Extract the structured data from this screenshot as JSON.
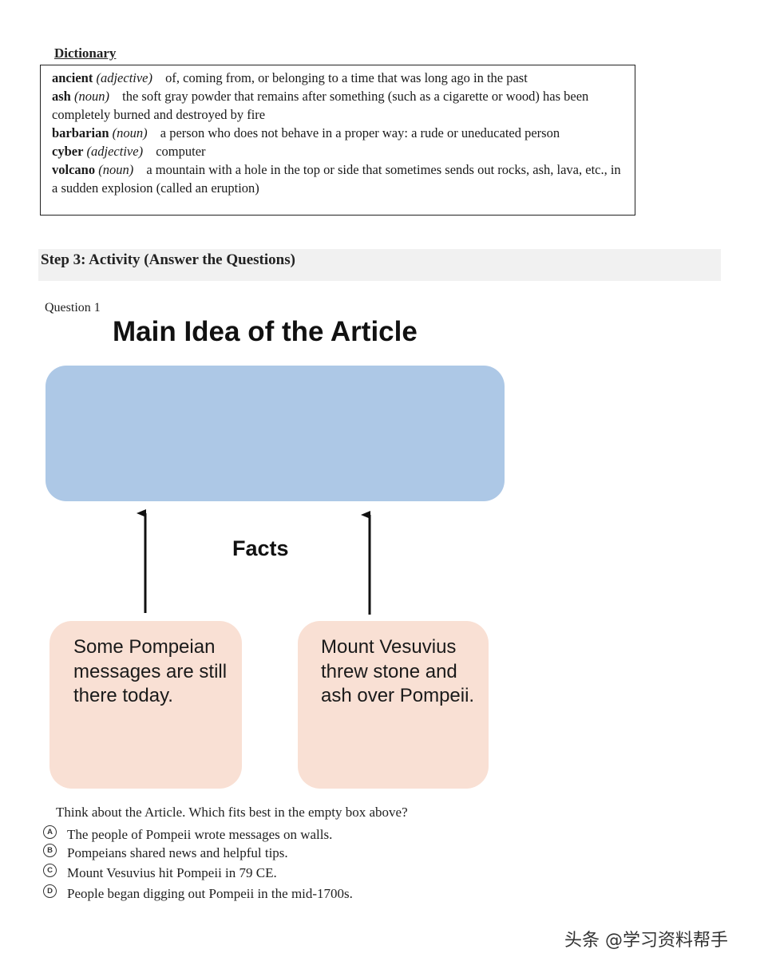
{
  "dictionary": {
    "heading": "Dictionary",
    "entries": [
      {
        "word": "ancient",
        "pos": "(adjective)",
        "definition": "of, coming from, or belonging to a time that was long ago in the past"
      },
      {
        "word": "ash",
        "pos": "(noun)",
        "definition": "the soft gray powder that remains after something (such as a cigarette or wood) has been completely burned and destroyed by fire"
      },
      {
        "word": "barbarian",
        "pos": "(noun)",
        "definition": "a person who does not behave in a proper way: a rude or uneducated person"
      },
      {
        "word": "cyber",
        "pos": "(adjective)",
        "definition": "computer"
      },
      {
        "word": "volcano",
        "pos": "(noun)",
        "definition": "a mountain with a hole in the top or side that sometimes sends out rocks, ash, lava, etc., in a sudden explosion (called an eruption)"
      }
    ]
  },
  "step": {
    "title": "Step 3:  Activity (Answer the Questions)"
  },
  "question": {
    "label": "Question 1",
    "diagram_title": "Main Idea of the Article",
    "main_idea_box": "",
    "facts_label": "Facts",
    "facts": [
      "Some Pompeian messages are still there today.",
      "Mount Vesuvius threw stone and ash over Pompeii."
    ],
    "prompt": "Think about the Article. Which fits best in the empty box above?",
    "options": [
      {
        "letter": "A",
        "text": "The people of Pompeii wrote messages on walls."
      },
      {
        "letter": "B",
        "text": "Pompeians shared news and helpful tips."
      },
      {
        "letter": "C",
        "text": "Mount Vesuvius hit Pompeii in 79 CE."
      },
      {
        "letter": "D",
        "text": "People began digging out Pompeii in the mid-1700s."
      }
    ]
  },
  "colors": {
    "main_box": "#adc8e6",
    "fact_box": "#f9e0d4",
    "banner": "#f1f1f1"
  },
  "watermark": "头条 @学习资料帮手"
}
